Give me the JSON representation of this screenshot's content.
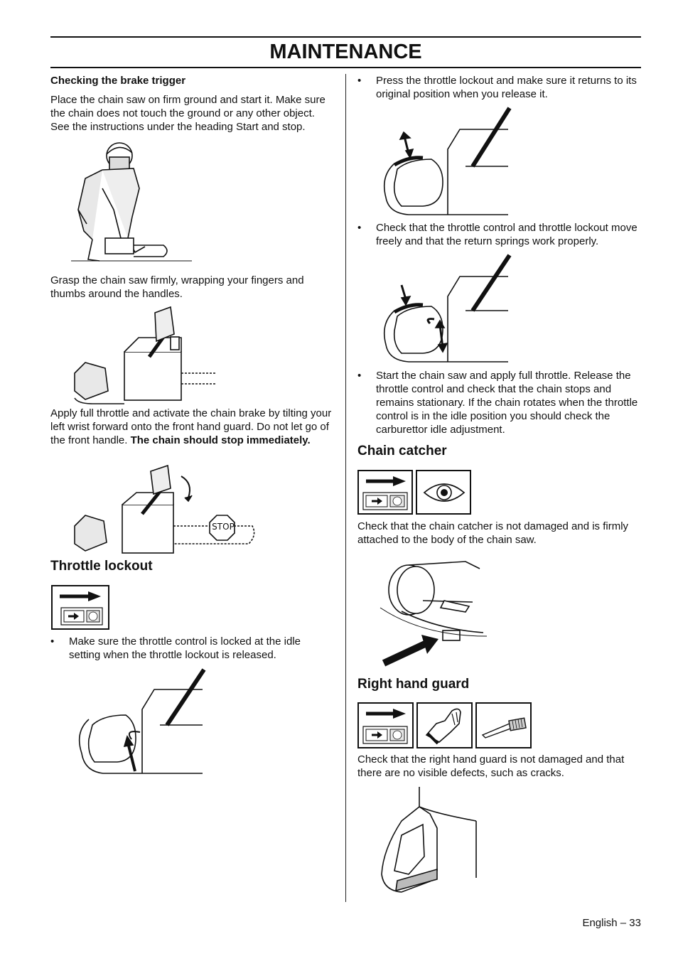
{
  "header": {
    "title": "MAINTENANCE"
  },
  "left": {
    "brake_heading": "Checking the brake trigger",
    "brake_para1": "Place the chain saw on firm ground and start it. Make sure the chain does not touch the ground or any other object. See the instructions under the heading Start and stop.",
    "brake_para2": "Grasp the chain saw firmly, wrapping your fingers and thumbs around the handles.",
    "brake_para3_normal": "Apply full throttle and activate the chain brake by tilting your left wrist forward onto the front hand guard. Do not let go of the front handle.",
    "brake_para3_bold": "The chain should stop immediately.",
    "stop_sign": "STOP",
    "throttle_heading": "Throttle lockout",
    "throttle_bullet1": "Make sure the throttle control is locked at the idle setting when the throttle lockout is released."
  },
  "right": {
    "bullet2": "Press the throttle lockout and make sure it returns to its original position when you release it.",
    "bullet3": "Check that the throttle control and throttle lockout move freely and that the return springs work properly.",
    "bullet4": "Start the chain saw and apply full throttle. Release the throttle control and check that the chain stops and remains stationary. If the chain rotates when the throttle control is in the idle position you should check the carburettor idle adjustment.",
    "catcher_heading": "Chain catcher",
    "catcher_para": "Check that the chain catcher is not damaged and is firmly attached to the body of the chain saw.",
    "guard_heading": "Right hand guard",
    "guard_para": "Check that the right hand guard is not damaged and that there are no visible defects, such as cracks."
  },
  "icons": {
    "stop_mini": "STOP",
    "bullet_char": "•"
  },
  "footer": {
    "page_label": "English – 33"
  }
}
